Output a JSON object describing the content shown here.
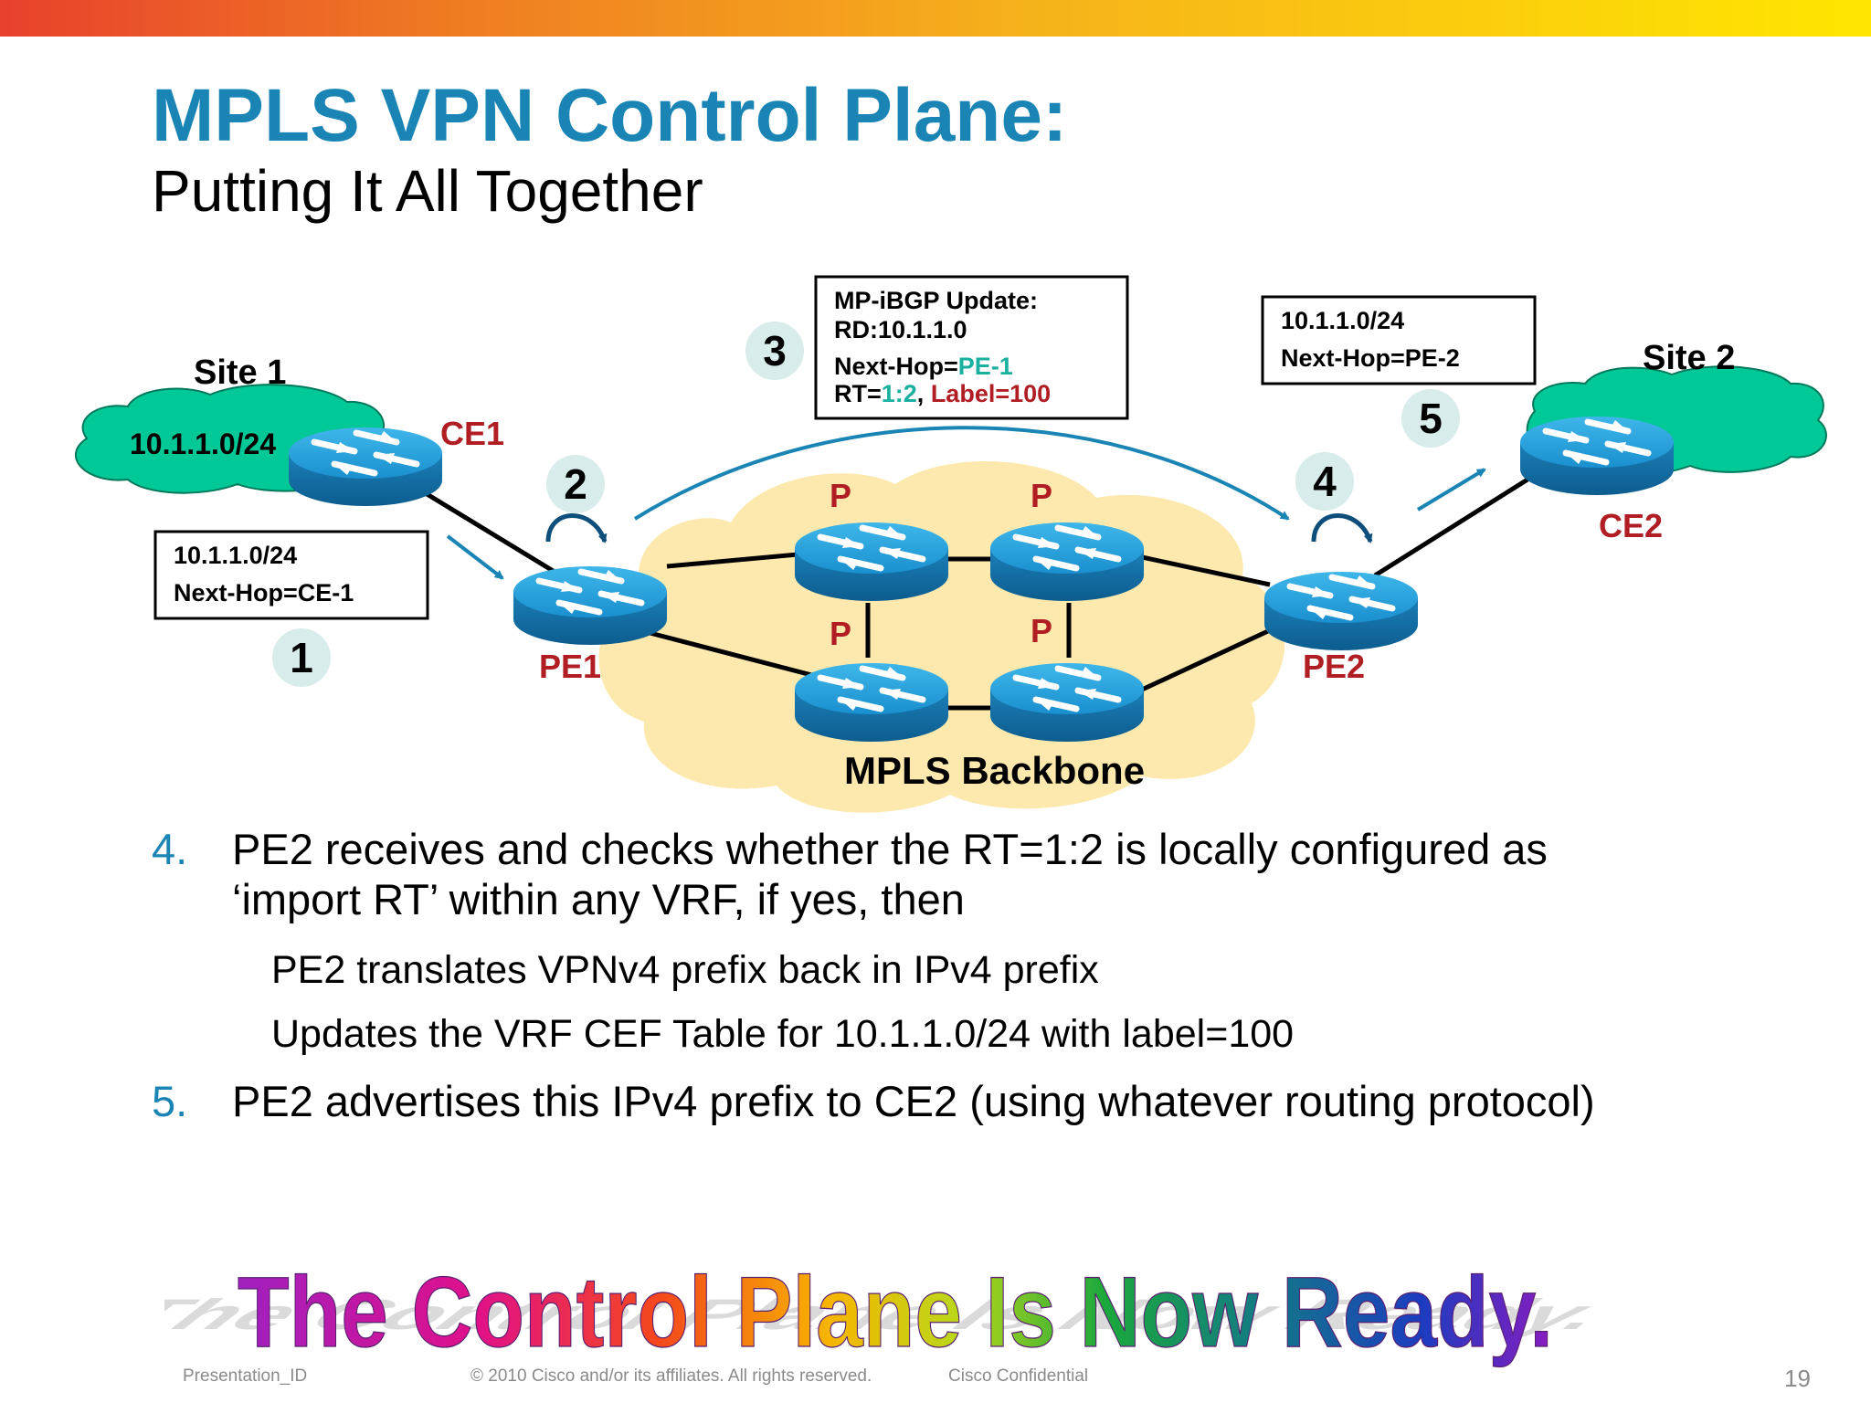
{
  "slide": {
    "title": "MPLS VPN Control Plane:",
    "subtitle": "Putting It All Together"
  },
  "diagram": {
    "site1_label": "Site 1",
    "site2_label": "Site 2",
    "site1_prefix": "10.1.1.0/24",
    "backbone_label": "MPLS Backbone",
    "routers": {
      "ce1": "CE1",
      "ce2": "CE2",
      "pe1": "PE1",
      "pe2": "PE2",
      "p": "P"
    },
    "steps": [
      "1",
      "2",
      "3",
      "4",
      "5"
    ],
    "box1": {
      "line1": "10.1.1.0/24",
      "line2": "Next-Hop=CE-1"
    },
    "box3": {
      "line1": "MP-iBGP Update:",
      "line2": "RD:10.1.1.0",
      "nh_prefix": "Next-Hop=",
      "nh_value": "PE-1",
      "rt_prefix": "RT=",
      "rt_value": "1:2",
      "comma": ", ",
      "label": "Label=100"
    },
    "box5": {
      "line1": "10.1.1.0/24",
      "line2": "Next-Hop=PE-2"
    },
    "colors": {
      "router_red": "#b01e23",
      "cloud_green": "#00c896",
      "backbone_fill": "#fde9ad",
      "accent_teal": "#1ab0a0",
      "arrow_blue": "#1a85b5"
    }
  },
  "bullets": [
    {
      "num": "4.",
      "line1": "PE2 receives and checks whether the RT=1:2 is locally configured as",
      "line2": "‘import RT’ within any VRF, if yes, then"
    },
    {
      "sub1": "PE2 translates VPNv4 prefix back in IPv4 prefix",
      "sub2": "Updates the VRF CEF Table for 10.1.1.0/24 with label=100"
    },
    {
      "num": "5.",
      "line1": "PE2 advertises this IPv4 prefix to CE2 (using whatever routing protocol)"
    }
  ],
  "banner": {
    "text": "The Control Plane Is Now Ready."
  },
  "footer": {
    "presentation_id": "Presentation_ID",
    "copyright": "© 2010 Cisco and/or its affiliates. All rights reserved.",
    "confidential": "Cisco Confidential",
    "page": "19"
  }
}
